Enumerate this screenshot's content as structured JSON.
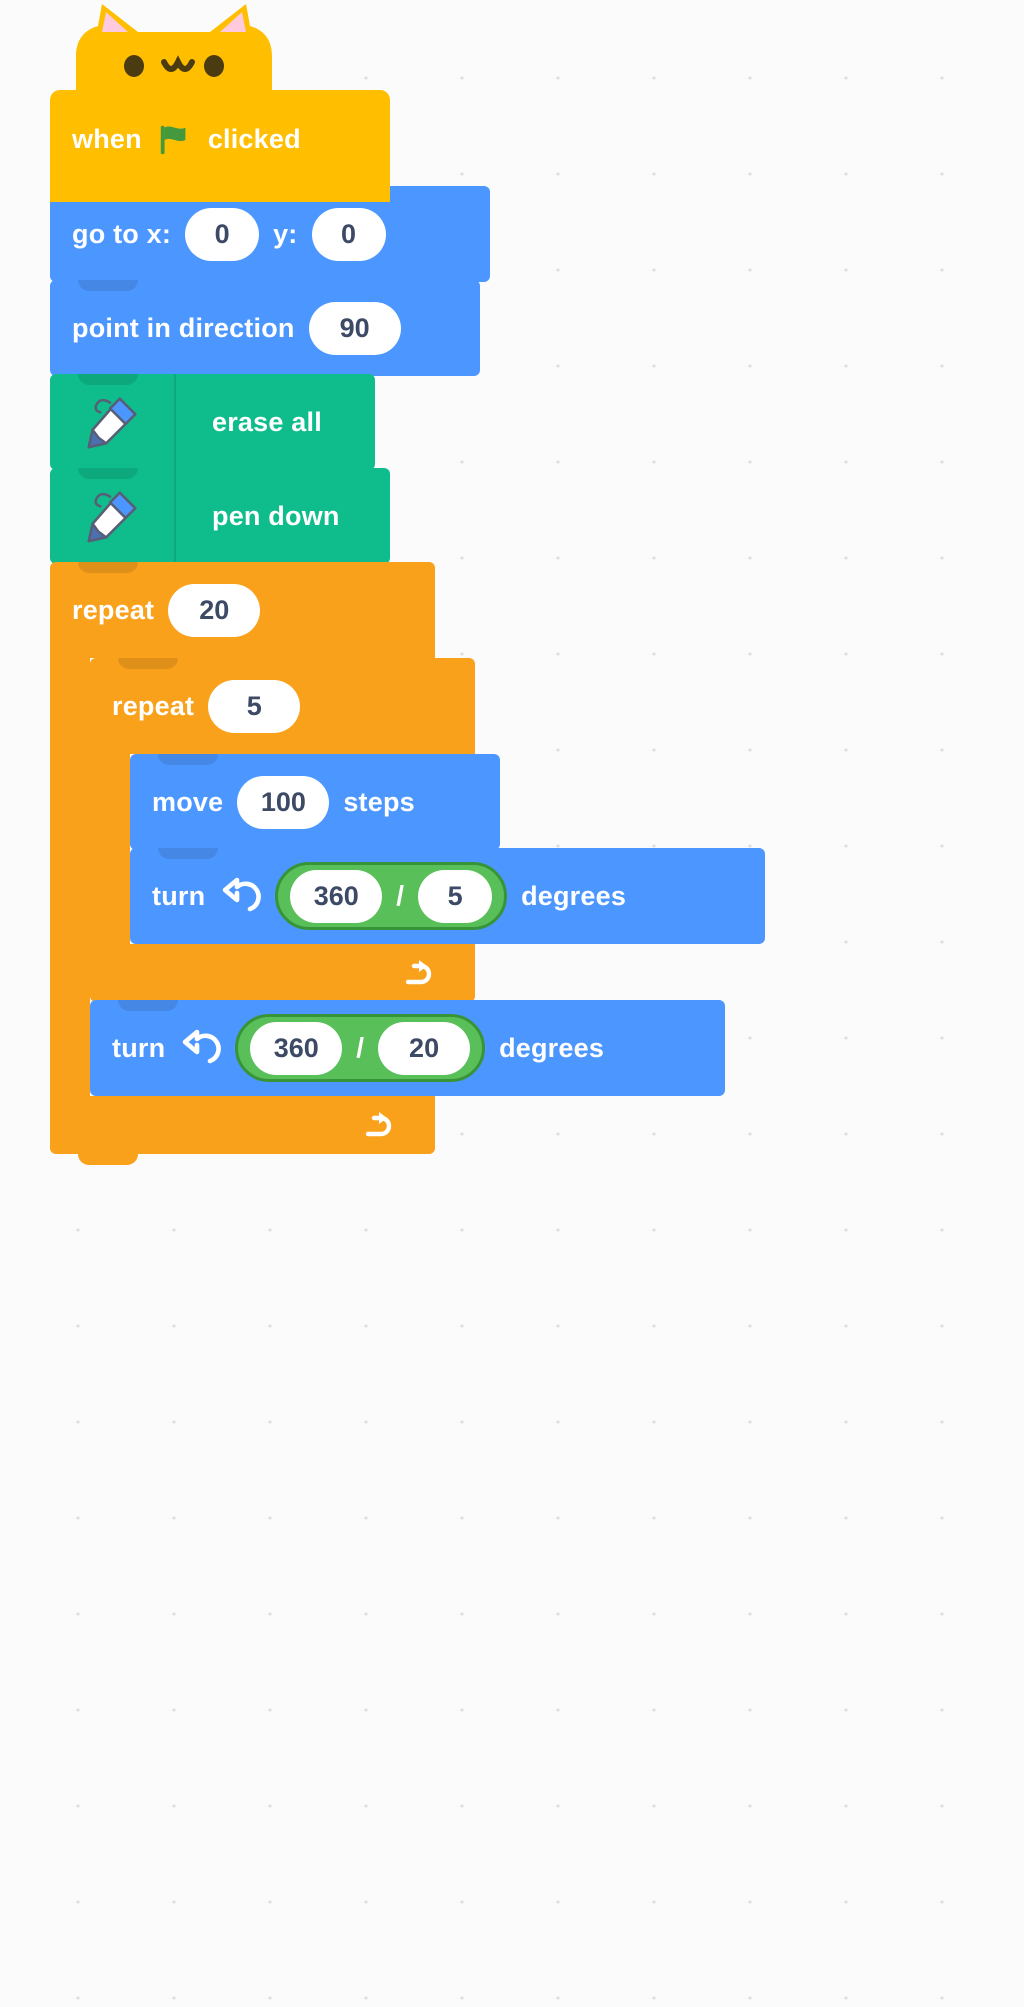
{
  "workspace": {
    "background_color": "#fbfbfb",
    "grid_dot_color": "#dcdcdc"
  },
  "palette": {
    "events_yellow": "#ffbf00",
    "motion_blue": "#4c97ff",
    "pen_green": "#0fbd8c",
    "control_orange": "#f9a11b",
    "operator_green": "#59c059",
    "operator_border": "#389438",
    "flag_green": "#45993d"
  },
  "script": {
    "hat": {
      "sprite_icon": "scratch-cat-head-icon",
      "label_before": "when",
      "flag_icon": "green-flag-icon",
      "label_after": "clicked"
    },
    "blocks": [
      {
        "id": "goto-xy",
        "category": "motion",
        "label_1": "go to x:",
        "value_x": "0",
        "label_2": "y:",
        "value_y": "0"
      },
      {
        "id": "point-in-direction",
        "category": "motion",
        "label_1": "point in direction",
        "value": "90"
      },
      {
        "id": "erase-all",
        "category": "pen",
        "icon": "pen-icon",
        "label_1": "erase all"
      },
      {
        "id": "pen-down",
        "category": "pen",
        "icon": "pen-icon",
        "label_1": "pen down"
      }
    ],
    "repeat_outer": {
      "id": "repeat-20",
      "label": "repeat",
      "value": "20",
      "loop_icon": "loop-arrow-icon"
    },
    "repeat_inner": {
      "id": "repeat-5",
      "label": "repeat",
      "value": "5",
      "loop_icon": "loop-arrow-icon"
    },
    "move": {
      "id": "move-steps",
      "label_1": "move",
      "value": "100",
      "label_2": "steps"
    },
    "turn_inner": {
      "id": "turn-ccw-360-div-5",
      "label_1": "turn",
      "direction_icon": "turn-counterclockwise-icon",
      "operand_left": "360",
      "operator_symbol": "/",
      "operand_right": "5",
      "label_2": "degrees"
    },
    "turn_outer": {
      "id": "turn-ccw-360-div-20",
      "label_1": "turn",
      "direction_icon": "turn-counterclockwise-icon",
      "operand_left": "360",
      "operator_symbol": "/",
      "operand_right": "20",
      "label_2": "degrees"
    }
  }
}
